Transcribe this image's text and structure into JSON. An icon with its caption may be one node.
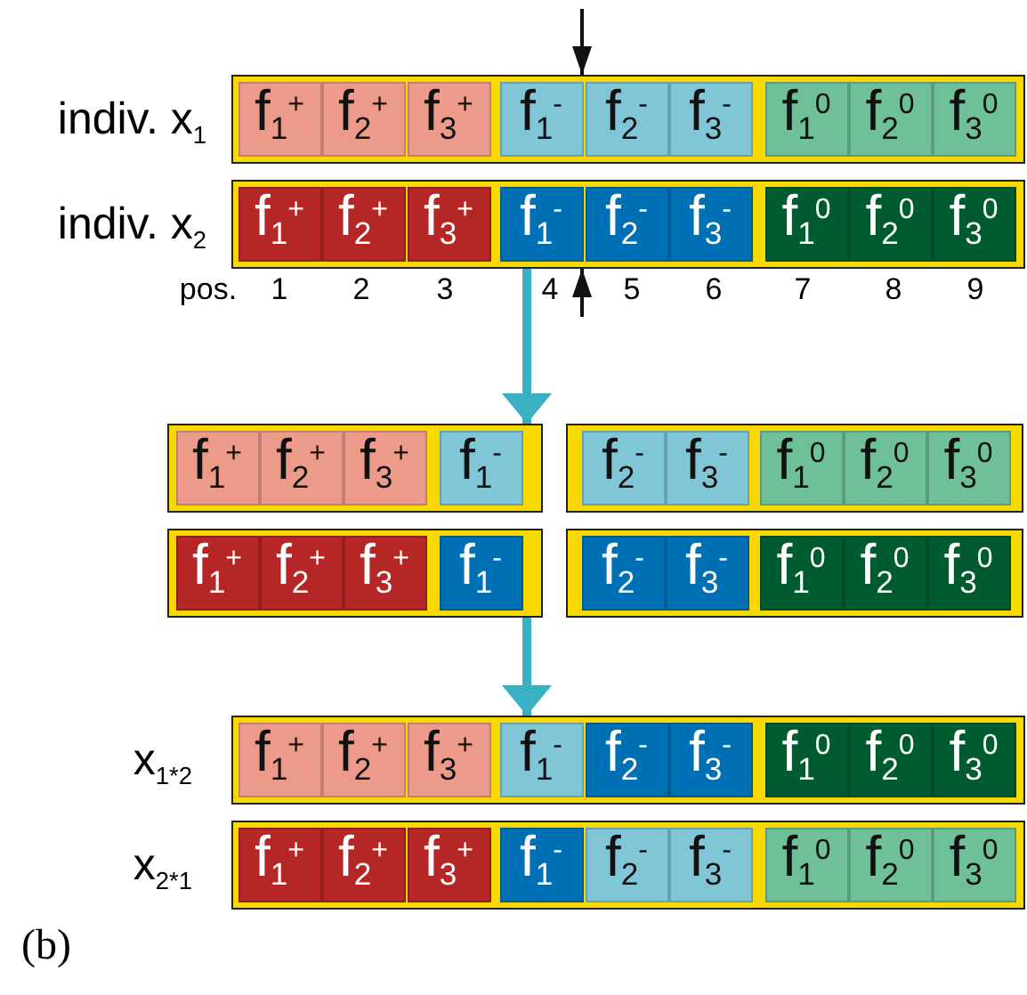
{
  "diagram": {
    "nodes": [
      {
        "text": [],
        "shape": "bar",
        "beside": [
          "indiv. x$_{1}$"
        ]
      },
      {
        "text": [
          "f$_{1}$$^{+}$"
        ],
        "in": 0
      },
      {
        "text": [
          "f$_{2}$$^{+}$"
        ],
        "in": 0
      },
      {
        "text": [
          "f$_{3}$$^{+}$"
        ],
        "in": 0
      },
      {
        "text": [
          "f$_{1}$$^{-}$"
        ],
        "in": 0
      },
      {
        "text": [
          "f$_{2}$$^{-}$"
        ],
        "in": 0
      },
      {
        "text": [
          "f$_{3}$$^{-}$"
        ],
        "in": 0
      },
      {
        "text": [
          "f$_{1}$$^{0}$"
        ],
        "in": 0
      },
      {
        "text": [
          "f$_{2}$$^{0}$"
        ],
        "in": 0
      },
      {
        "text": [
          "f$_{3}$$^{0}$"
        ],
        "in": 0
      },
      {
        "text": [],
        "shape": "bar",
        "beside": [
          "indiv. x$_{2}$"
        ]
      },
      {
        "text": [
          "f$_{1}$$^{+}$"
        ],
        "in": 10
      },
      {
        "text": [
          "f$_{2}$$^{+}$"
        ],
        "in": 10
      },
      {
        "text": [
          "f$_{3}$$^{+}$"
        ],
        "in": 10
      },
      {
        "text": [
          "f$_{1}$$^{-}$"
        ],
        "in": 10
      },
      {
        "text": [
          "f$_{2}$$^{-}$"
        ],
        "in": 10
      },
      {
        "text": [
          "f$_{3}$$^{-}$"
        ],
        "in": 10
      },
      {
        "text": [
          "f$_{1}$$^{0}$"
        ],
        "in": 10
      },
      {
        "text": [
          "f$_{2}$$^{0}$"
        ],
        "in": 10
      },
      {
        "text": [
          "f$_{3}$$^{0}$"
        ],
        "in": 10
      },
      {
        "text": [],
        "shape": "bar"
      },
      {
        "text": [
          "f$_{1}$$^{+}$"
        ],
        "in": 20
      },
      {
        "text": [
          "f$_{2}$$^{+}$"
        ],
        "in": 20
      },
      {
        "text": [
          "f$_{3}$$^{+}$"
        ],
        "in": 20
      },
      {
        "text": [
          "f$_{1}$$^{-}$"
        ],
        "in": 20
      },
      {
        "text": [],
        "shape": "bar"
      },
      {
        "text": [
          "f$_{2}$$^{-}$"
        ],
        "in": 25
      },
      {
        "text": [
          "f$_{3}$$^{-}$"
        ],
        "in": 25
      },
      {
        "text": [
          "f$_{1}$$^{0}$"
        ],
        "in": 25
      },
      {
        "text": [
          "f$_{2}$$^{0}$"
        ],
        "in": 25
      },
      {
        "text": [
          "f$_{3}$$^{0}$"
        ],
        "in": 25
      },
      {
        "text": [],
        "shape": "bar"
      },
      {
        "text": [
          "f$_{1}$$^{+}$"
        ],
        "in": 31
      },
      {
        "text": [
          "f$_{2}$$^{+}$"
        ],
        "in": 31
      },
      {
        "text": [
          "f$_{3}$$^{+}$"
        ],
        "in": 31
      },
      {
        "text": [
          "f$_{1}$$^{-}$"
        ],
        "in": 31
      },
      {
        "text": [],
        "shape": "bar"
      },
      {
        "text": [
          "f$_{2}$$^{-}$"
        ],
        "in": 36
      },
      {
        "text": [
          "f$_{3}$$^{-}$"
        ],
        "in": 36
      },
      {
        "text": [
          "f$_{1}$$^{0}$"
        ],
        "in": 36
      },
      {
        "text": [
          "f$_{2}$$^{0}$"
        ],
        "in": 36
      },
      {
        "text": [
          "f$_{3}$$^{0}$"
        ],
        "in": 36
      },
      {
        "text": [],
        "shape": "bar",
        "beside": [
          "x$_{1*2}$"
        ]
      },
      {
        "text": [
          "f$_{1}$$^{+}$"
        ],
        "in": 42
      },
      {
        "text": [
          "f$_{2}$$^{+}$"
        ],
        "in": 42
      },
      {
        "text": [
          "f$_{3}$$^{+}$"
        ],
        "in": 42
      },
      {
        "text": [
          "f$_{1}$$^{-}$"
        ],
        "in": 42
      },
      {
        "text": [
          "f$_{2}$$^{-}$"
        ],
        "in": 42
      },
      {
        "text": [
          "f$_{3}$$^{-}$"
        ],
        "in": 42
      },
      {
        "text": [
          "f$_{1}$$^{0}$"
        ],
        "in": 42
      },
      {
        "text": [
          "f$_{2}$$^{0}$"
        ],
        "in": 42
      },
      {
        "text": [
          "f$_{3}$$^{0}$"
        ],
        "in": 42
      },
      {
        "text": [],
        "shape": "bar",
        "beside": [
          "x$_{2*1}$"
        ]
      },
      {
        "text": [
          "f$_{1}$$^{+}$"
        ],
        "in": 52
      },
      {
        "text": [
          "f$_{2}$$^{+}$"
        ],
        "in": 52
      },
      {
        "text": [
          "f$_{3}$$^{+}$"
        ],
        "in": 52
      },
      {
        "text": [
          "f$_{1}$$^{-}$"
        ],
        "in": 52
      },
      {
        "text": [
          "f$_{2}$$^{-}$"
        ],
        "in": 52
      },
      {
        "text": [
          "f$_{3}$$^{-}$"
        ],
        "in": 52
      },
      {
        "text": [
          "f$_{1}$$^{0}$"
        ],
        "in": 52
      },
      {
        "text": [
          "f$_{2}$$^{0}$"
        ],
        "in": 52
      },
      {
        "text": [
          "f$_{3}$$^{0}$"
        ],
        "in": 52
      }
    ],
    "edges": [
      {
        "from": null,
        "to": 0,
        "arrow": "to"
      },
      {
        "from": null,
        "to": 10,
        "arrow": "to"
      },
      {
        "from": 10,
        "to": 20,
        "arrow": "to",
        "style": "thick",
        "color": "#3ab0c3"
      },
      {
        "from": 31,
        "to": 42,
        "arrow": "to",
        "style": "thick",
        "color": "#3ab0c3"
      }
    ],
    "labels": [
      "pos.",
      "1",
      "2",
      "3",
      "4",
      "5",
      "6",
      "7",
      "8",
      "9",
      "(b)"
    ]
  }
}
